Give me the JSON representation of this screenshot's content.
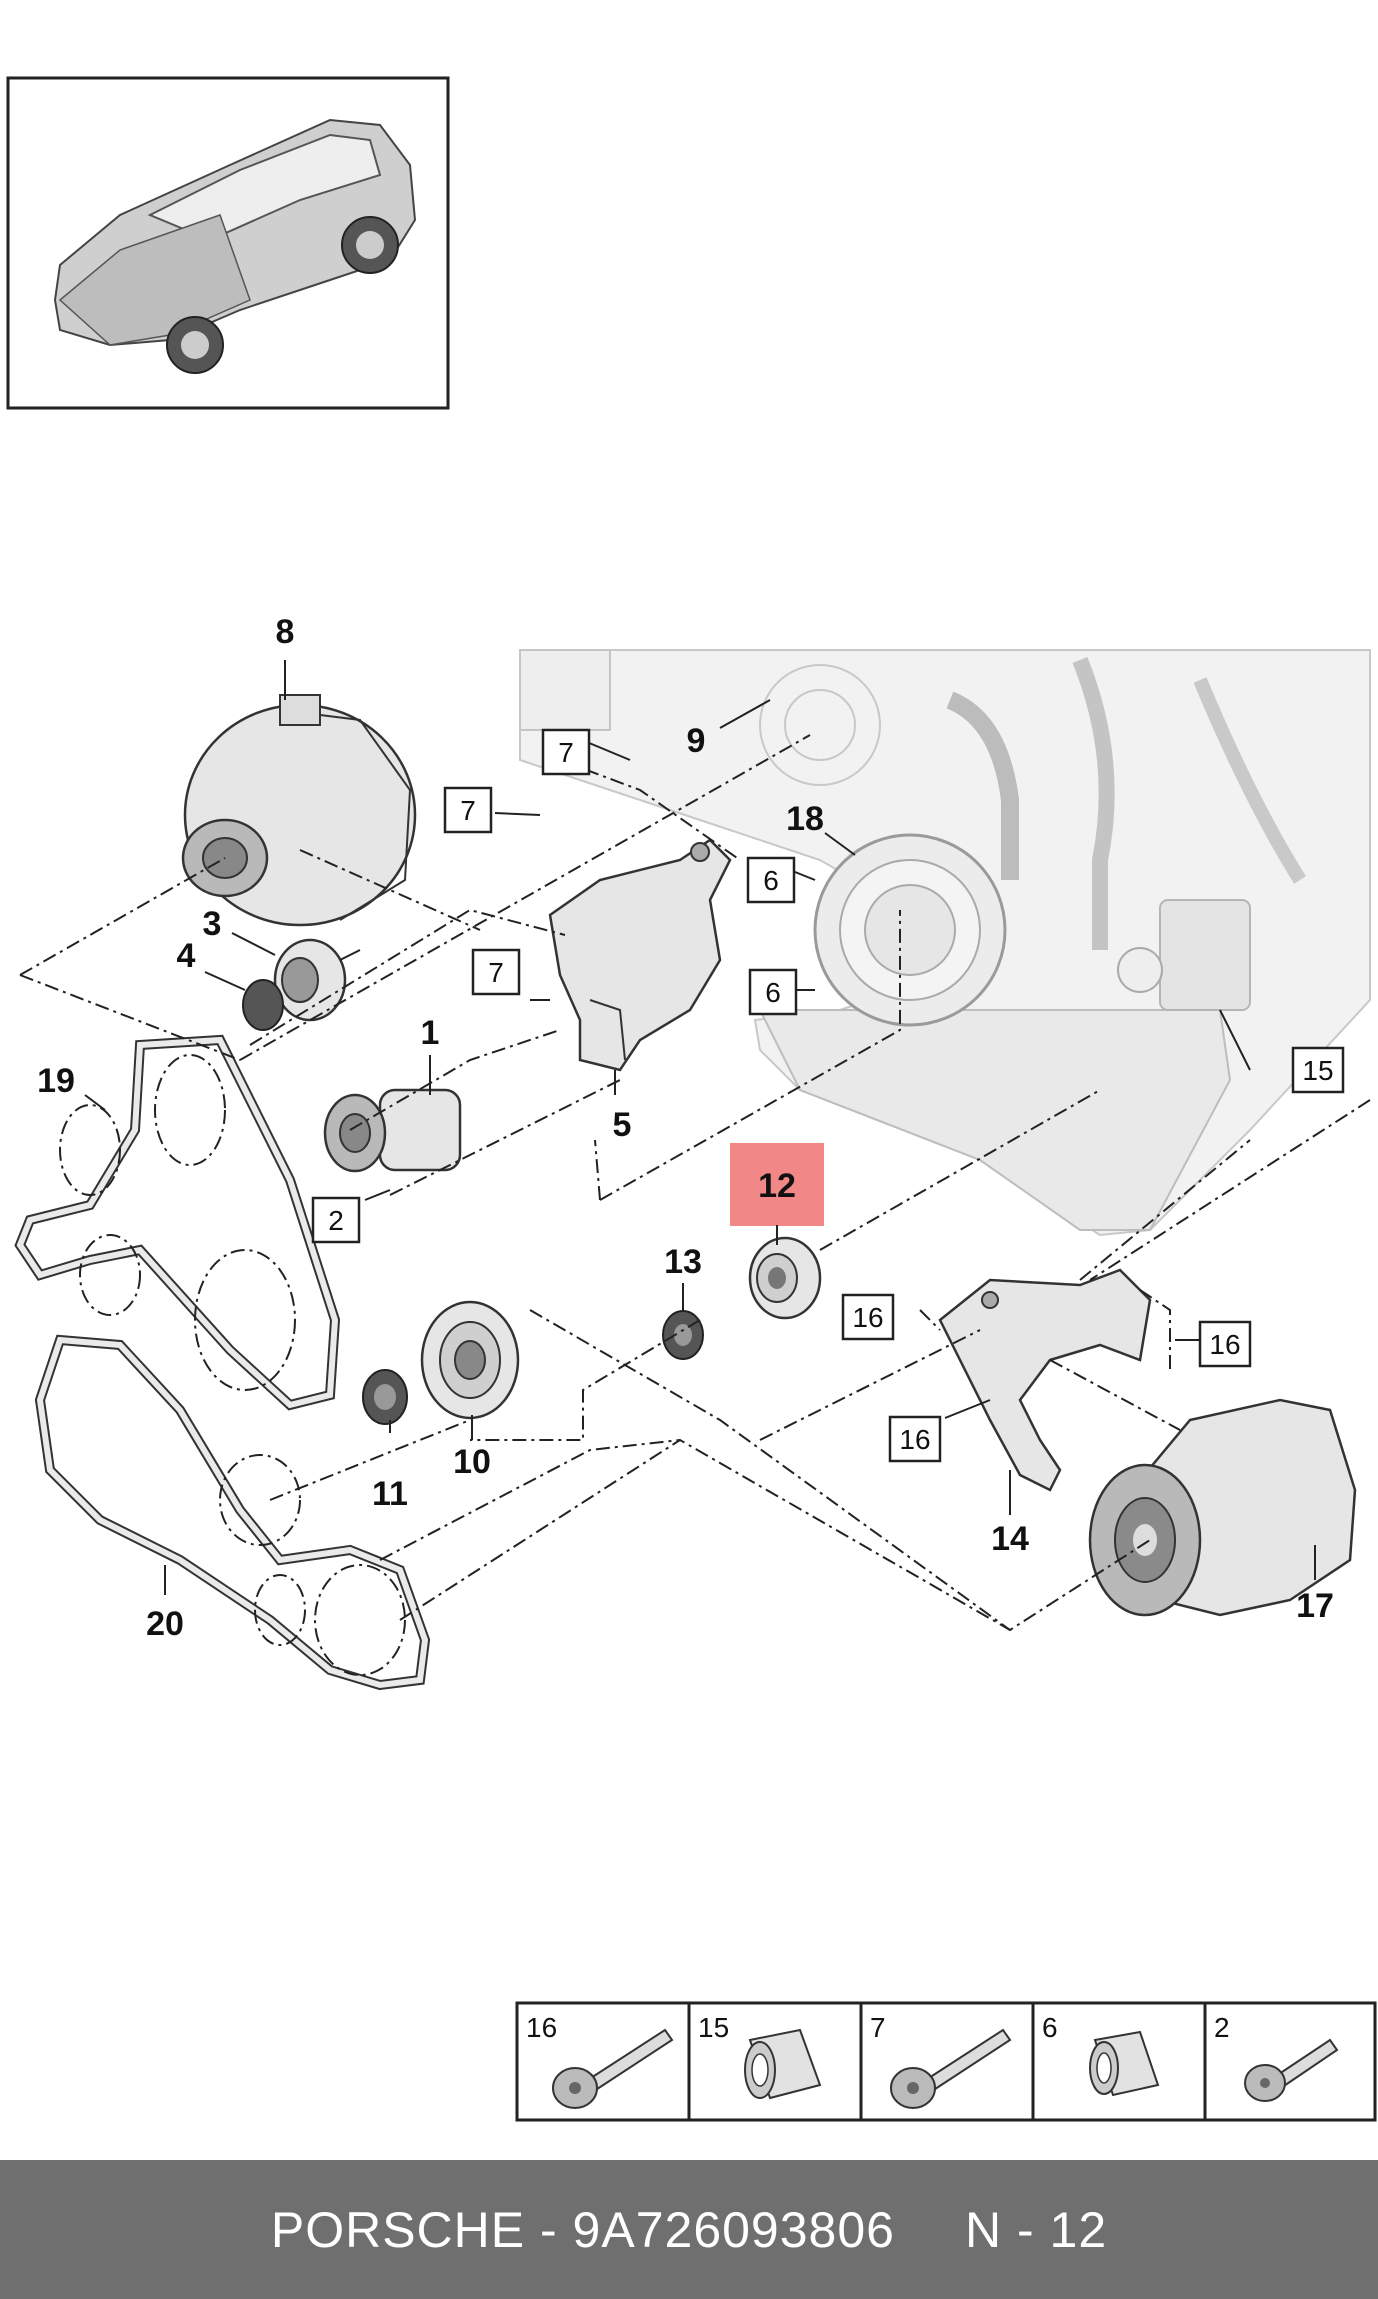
{
  "footer": {
    "brand_part": "PORSCHE - 9A726093806",
    "position_ref": "N - 12"
  },
  "callouts": {
    "c1": "1",
    "c3": "3",
    "c4": "4",
    "c5": "5",
    "c8": "8",
    "c9": "9",
    "c10": "10",
    "c11": "11",
    "c12": "12",
    "c13": "13",
    "c14": "14",
    "c17": "17",
    "c18": "18",
    "c19": "19",
    "c20": "20"
  },
  "boxed_callouts": {
    "b2": "2",
    "b6a": "6",
    "b6b": "6",
    "b7a": "7",
    "b7b": "7",
    "b7c": "7",
    "b15": "15",
    "b16a": "16",
    "b16b": "16",
    "b16c": "16"
  },
  "legend": {
    "items": [
      "16",
      "15",
      "7",
      "6",
      "2"
    ]
  },
  "highlight": {
    "color": "#f07a7a",
    "part": "12"
  }
}
